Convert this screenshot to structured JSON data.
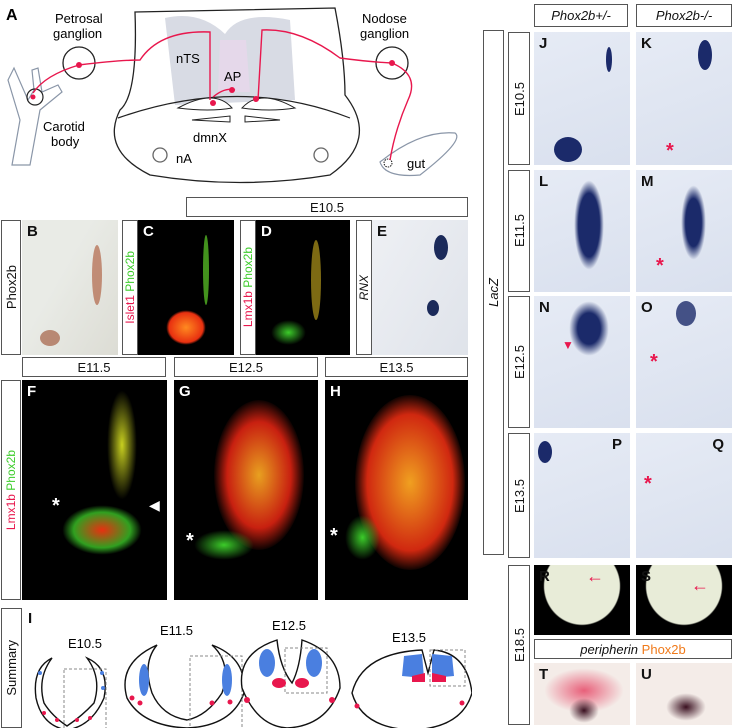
{
  "panel_a": {
    "letter": "A",
    "petrosal": [
      "Petrosal",
      "ganglion"
    ],
    "nodose": [
      "Nodose",
      "ganglion"
    ],
    "carotid": [
      "Carotid",
      "body"
    ],
    "nts": "nTS",
    "ap": "AP",
    "dmnx": "dmnX",
    "na": "nA",
    "gut": "gut"
  },
  "row_b": {
    "header": "E10.5",
    "side_label": "Phox2b",
    "panels": [
      {
        "letter": "B"
      },
      {
        "letter": "C",
        "label_red": "Islet1",
        "label_green": "Phox2b"
      },
      {
        "letter": "D",
        "label_red": "Lmx1b",
        "label_green": "Phox2b"
      },
      {
        "letter": "E",
        "label": "RNX"
      }
    ]
  },
  "row_f": {
    "side_red": "Lmx1b",
    "side_green": "Phox2b",
    "panels": [
      {
        "header": "E11.5",
        "letter": "F",
        "star": "*"
      },
      {
        "header": "E12.5",
        "letter": "G",
        "star": "*"
      },
      {
        "header": "E13.5",
        "letter": "H",
        "star": "*"
      }
    ]
  },
  "summary": {
    "side_label": "Summary",
    "letter": "I",
    "stages": [
      "E10.5",
      "E11.5",
      "E12.5",
      "E13.5"
    ]
  },
  "right": {
    "col_headers": [
      "Phox2b+/-",
      "Phox2b-/-"
    ],
    "lacz_label": "LacZ",
    "rows": [
      {
        "stage": "E10.5",
        "left": "J",
        "right": "K"
      },
      {
        "stage": "E11.5",
        "left": "L",
        "right": "M"
      },
      {
        "stage": "E12.5",
        "left": "N",
        "right": "O"
      },
      {
        "stage": "E13.5",
        "left": "P",
        "right": "Q"
      }
    ],
    "e18": {
      "stage": "E18.5",
      "r": "R",
      "s": "S",
      "label_italic": "peripherin",
      "label_orange": "Phox2b",
      "t": "T",
      "u": "U"
    },
    "star": "*"
  },
  "colors": {
    "red": "#e8174d",
    "green": "#3ccc2a",
    "blue": "#4a7fe0",
    "orange": "#f07a1a",
    "lacz_blue": "#1b2a7a"
  }
}
